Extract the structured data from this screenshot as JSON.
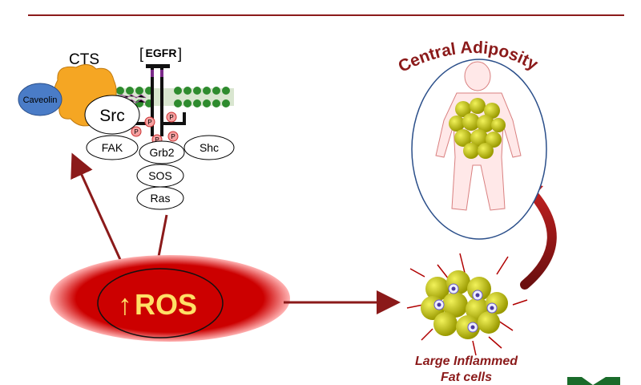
{
  "header": {
    "title": ""
  },
  "membrane": {
    "cts_label": "CTS",
    "egfr_label": "EGFR",
    "caveolin_label": "Caveolin",
    "src_label": "Src",
    "phospho_label": "P"
  },
  "signaling": {
    "fak": "FAK",
    "grb2": "Grb2",
    "shc": "Shc",
    "sos": "SOS",
    "ras": "Ras"
  },
  "ros": {
    "arrow_glyph": "↑",
    "label": "ROS"
  },
  "central": {
    "label": "Central Adiposity"
  },
  "fat": {
    "caption_line1": "Large  Inflammed",
    "caption_line2": "Fat cells"
  },
  "colors": {
    "dark_red": "#8b1a1a",
    "ros_red": "#cc0000",
    "ros_text": "#ffe066",
    "cts_orange": "#f5a623",
    "caveolin_blue": "#4a7cc7",
    "membrane_green": "#2e8b2e",
    "fat_yellow": "#d4d400",
    "logo_green": "#1a6b2a"
  }
}
